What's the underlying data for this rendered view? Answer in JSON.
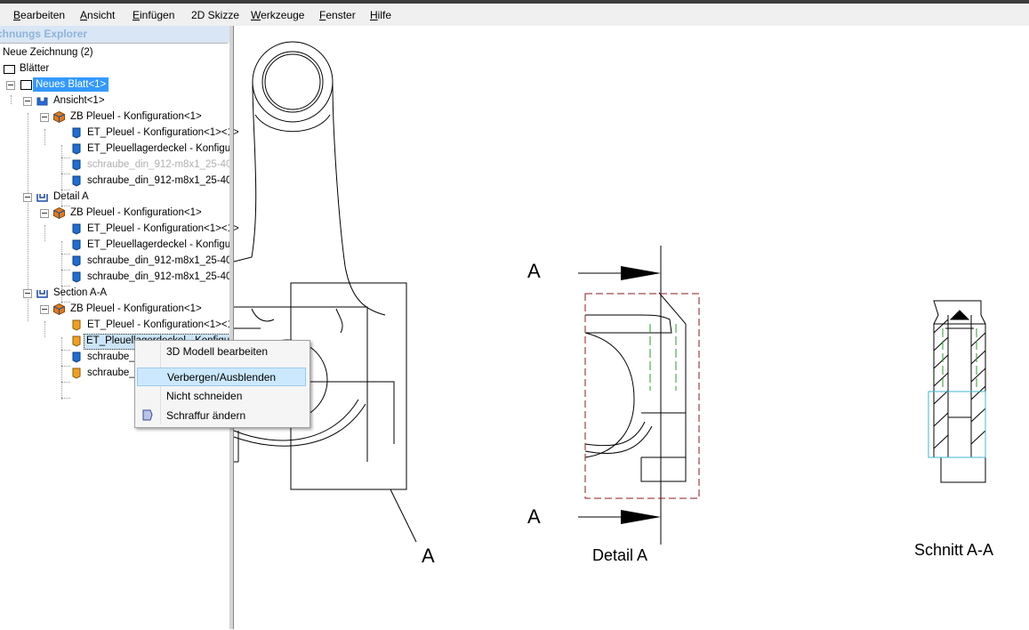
{
  "menu": [
    {
      "label": "Bearbeiten",
      "key": "B",
      "rest": "earbeiten"
    },
    {
      "label": "Ansicht",
      "key": "A",
      "rest": "nsicht"
    },
    {
      "label": "Einfügen",
      "key": "E",
      "rest": "infügen"
    },
    {
      "label": "2D Skizze",
      "key": "",
      "rest": "2D Skizze"
    },
    {
      "label": "Werkzeuge",
      "key": "W",
      "rest": "erkzeuge"
    },
    {
      "label": "Fenster",
      "key": "F",
      "rest": "enster"
    },
    {
      "label": "Hilfe",
      "key": "H",
      "rest": "ilfe"
    }
  ],
  "explorer": {
    "title": "chnungs Explorer",
    "tree": [
      "Neue Zeichnung (2)",
      "Blätter",
      "Neues Blatt<1>",
      "Ansicht<1>",
      "ZB Pleuel - Konfiguration<1>",
      "ET_Pleuel - Konfiguration<1><1>",
      "ET_Pleuellagerdeckel - Konfigu",
      "schraube_din_912-m8x1_25-40",
      "schraube_din_912-m8x1_25-40",
      "Detail A",
      "ZB Pleuel - Konfiguration<1>",
      "ET_Pleuel - Konfiguration<1><1>",
      "ET_Pleuellagerdeckel - Konfigu",
      "schraube_din_912-m8x1_25-40",
      "schraube_din_912-m8x1_25-40",
      "Section A-A",
      "ZB Pleuel - Konfiguration<1>",
      "ET_Pleuel - Konfiguration<1><1",
      "ET_Pleuellagerdeckel - Konfigu",
      "schraube_",
      "schraube_"
    ]
  },
  "context_menu": {
    "items": [
      "3D Modell bearbeiten",
      "Verbergen/Ausblenden",
      "Nicht schneiden",
      "Schraffur ändern"
    ],
    "highlighted_index": 1
  },
  "drawing": {
    "label_a_main": "A",
    "label_a_top": "A",
    "label_a_bottom": "A",
    "caption_detail": "Detail A",
    "caption_section": "Schnitt A-A"
  },
  "colors": {
    "selection": "#3399ff",
    "menu_highlight": "#cce8ff",
    "hidden_line_red": "#8b1a1a",
    "center_green": "#2e9a2e",
    "section_cyan": "#3fb8d0"
  }
}
